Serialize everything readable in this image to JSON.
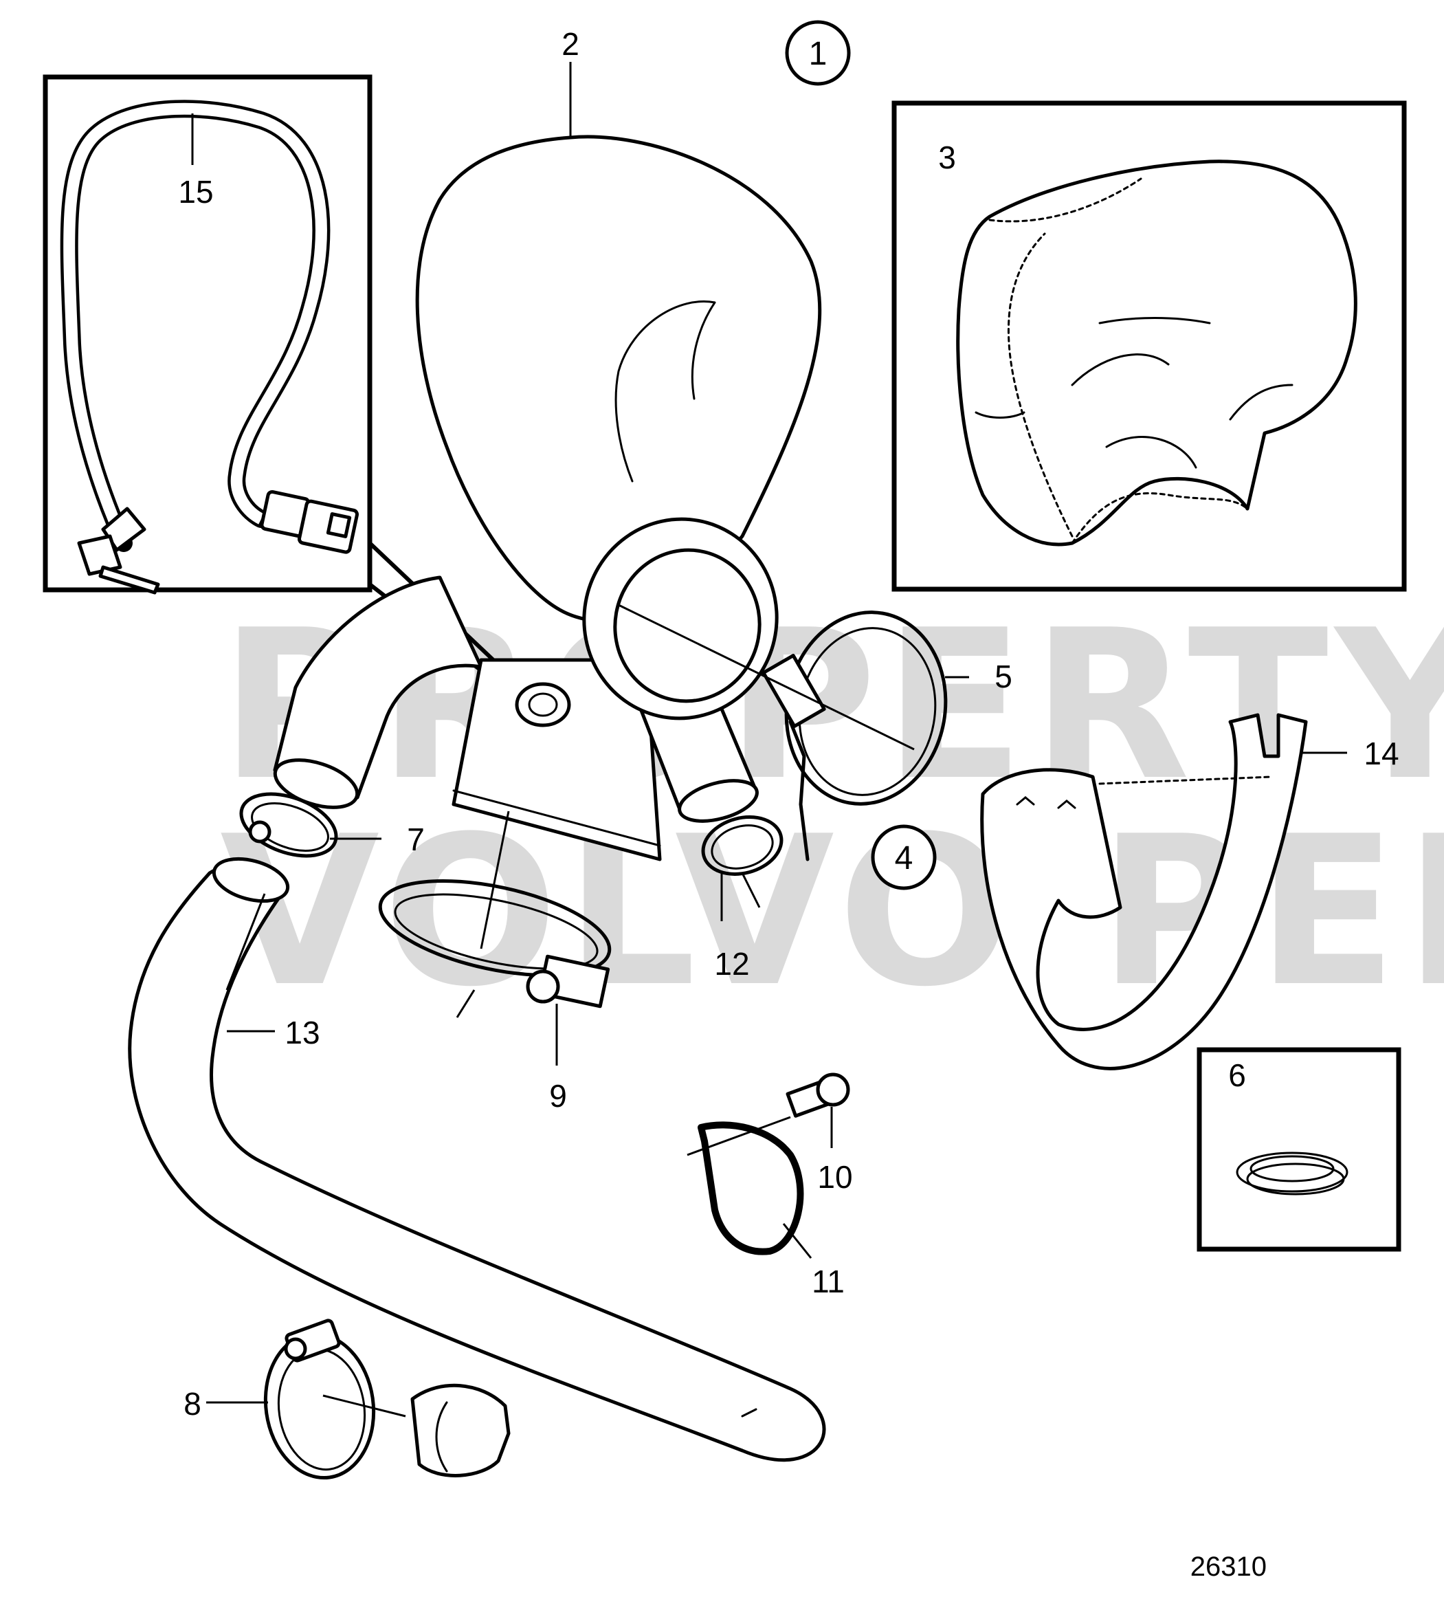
{
  "watermark": {
    "line1": "PROPERTY OF",
    "line2": "VOLVO PENTA"
  },
  "figure_number": "26310",
  "circled_labels": [
    "1",
    "4"
  ],
  "callouts": [
    "2",
    "3",
    "5",
    "6",
    "7",
    "8",
    "9",
    "10",
    "11",
    "12",
    "13",
    "14",
    "15"
  ]
}
